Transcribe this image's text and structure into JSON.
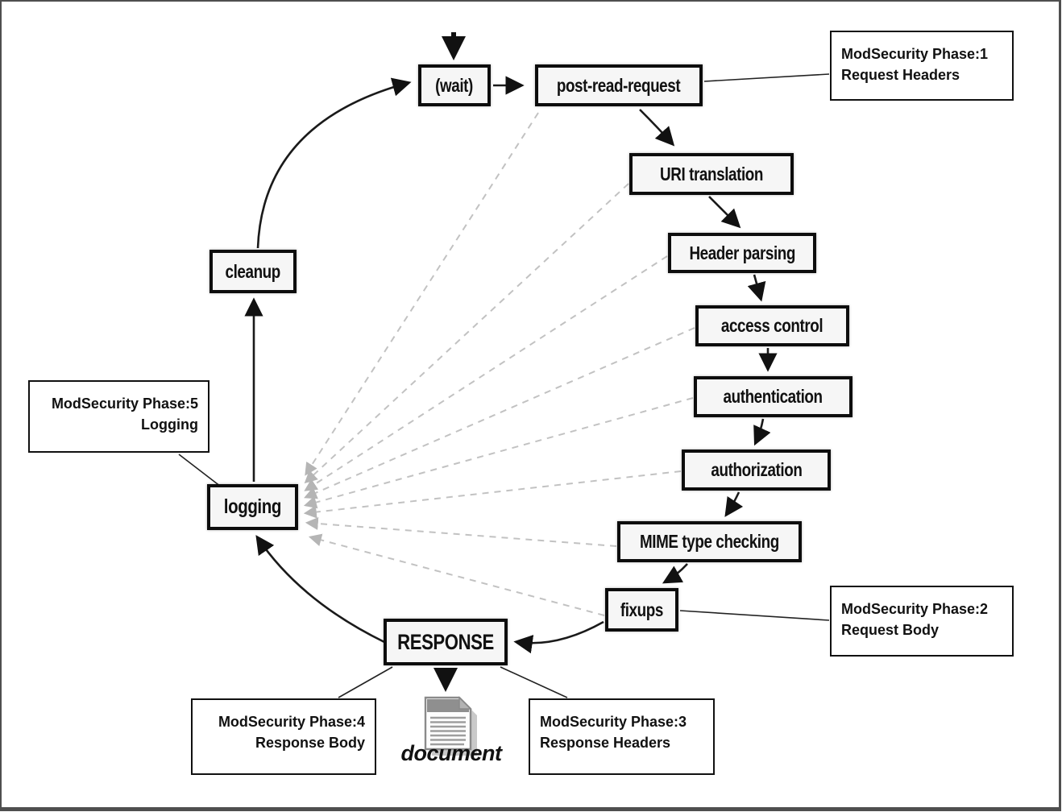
{
  "diagram": {
    "nodes": {
      "wait": "(wait)",
      "post_read_request": "post-read-request",
      "uri_translation": "URI translation",
      "header_parsing": "Header parsing",
      "access_control": "access control",
      "authentication": "authentication",
      "authorization": "authorization",
      "mime_type_checking": "MIME type checking",
      "fixups": "fixups",
      "response": "RESPONSE",
      "logging": "logging",
      "cleanup": "cleanup"
    },
    "annotations": {
      "phase1": {
        "line1": "ModSecurity Phase:1",
        "line2": "Request Headers"
      },
      "phase2": {
        "line1": "ModSecurity Phase:2",
        "line2": "Request Body"
      },
      "phase3": {
        "line1": "ModSecurity Phase:3",
        "line2": "Response Headers"
      },
      "phase4": {
        "line1": "ModSecurity Phase:4",
        "line2": "Response Body"
      },
      "phase5": {
        "line1": "ModSecurity Phase:5",
        "line2": "Logging"
      }
    },
    "document_label": "document",
    "colors": {
      "node_border": "#0d0d0d",
      "node_background": "#f6f6f6",
      "dashed_line": "#c2c2c2",
      "frame_border": "#4f4f4f",
      "arrow": "#1a1a1a"
    }
  }
}
